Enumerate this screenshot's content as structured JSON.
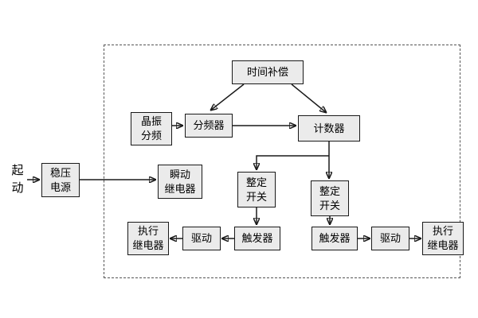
{
  "diagram": {
    "colors": {
      "background": "#ffffff",
      "box_fill": "#ebebeb",
      "box_border": "#1a1a1a",
      "line": "#1a1a1a",
      "dashed_frame": "#555555"
    },
    "external": {
      "start": "起\n动",
      "power": "稳压\n电源"
    },
    "module": {
      "time_comp": "时间补偿",
      "crystal": "晶振\n分频",
      "divider": "分频器",
      "counter": "计数器",
      "instant_relay": "瞬动\n继电器",
      "left_chain": {
        "setting": "整定\n开关",
        "trigger": "触发器",
        "drive": "驱动",
        "exec_relay": "执行\n继电器"
      },
      "right_chain": {
        "setting": "整定\n开关",
        "trigger": "触发器",
        "drive": "驱动",
        "exec_relay": "执行\n继电器"
      }
    }
  }
}
